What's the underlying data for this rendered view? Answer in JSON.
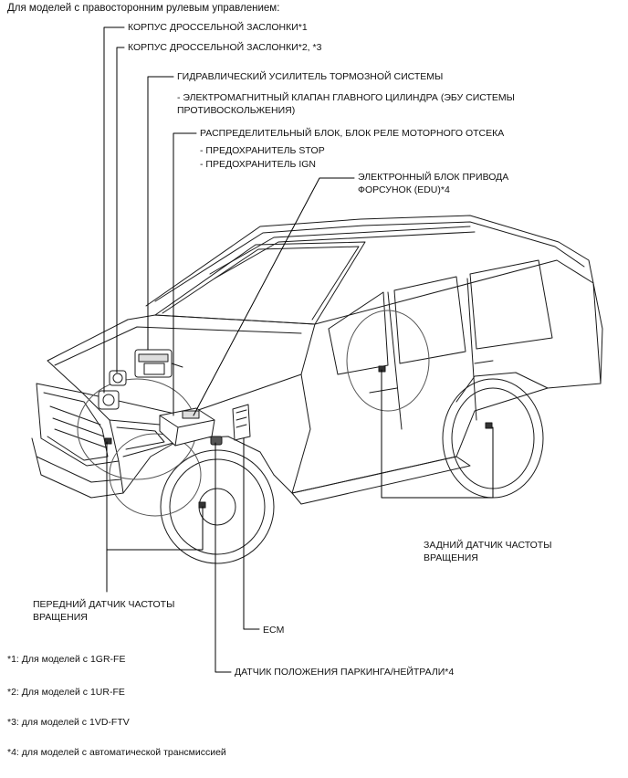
{
  "header": "Для моделей с правосторонним рулевым управлением:",
  "labels": {
    "throttle1": "КОРПУС ДРОССЕЛЬНОЙ ЗАСЛОНКИ*1",
    "throttle2": "КОРПУС ДРОССЕЛЬНОЙ ЗАСЛОНКИ*2, *3",
    "brake_booster": "ГИДРАВЛИЧЕСКИЙ УСИЛИТЕЛЬ ТОРМОЗНОЙ СИСТЕМЫ",
    "solenoid_line1": "- ЭЛЕКТРОМАГНИТНЫЙ КЛАПАН ГЛАВНОГО ЦИЛИНДРА (ЭБУ СИСТЕМЫ",
    "solenoid_line2": "ПРОТИВОСКОЛЬЖЕНИЯ)",
    "relay_block": "РАСПРЕДЕЛИТЕЛЬНЫЙ БЛОК, БЛОК РЕЛЕ МОТОРНОГО ОТСЕКА",
    "fuse_stop": "- ПРЕДОХРАНИТЕЛЬ STOP",
    "fuse_ign": "- ПРЕДОХРАНИТЕЛЬ IGN",
    "edu_line1": "ЭЛЕКТРОННЫЙ БЛОК ПРИВОДА",
    "edu_line2": "ФОРСУНОК (EDU)*4",
    "rear_sensor_line1": "ЗАДНИЙ ДАТЧИК ЧАСТОТЫ",
    "rear_sensor_line2": "ВРАЩЕНИЯ",
    "front_sensor_line1": "ПЕРЕДНИЙ ДАТЧИК ЧАСТОТЫ",
    "front_sensor_line2": "ВРАЩЕНИЯ",
    "ecm": "ECM",
    "park_neutral": "ДАТЧИК ПОЛОЖЕНИЯ ПАРКИНГА/НЕЙТРАЛИ*4"
  },
  "footnotes": [
    "*1: Для моделей с 1GR-FE",
    "*2: Для моделей с 1UR-FE",
    "*3: для моделей с 1VD-FTV",
    "*4: для моделей с автоматической трансмиссией"
  ]
}
